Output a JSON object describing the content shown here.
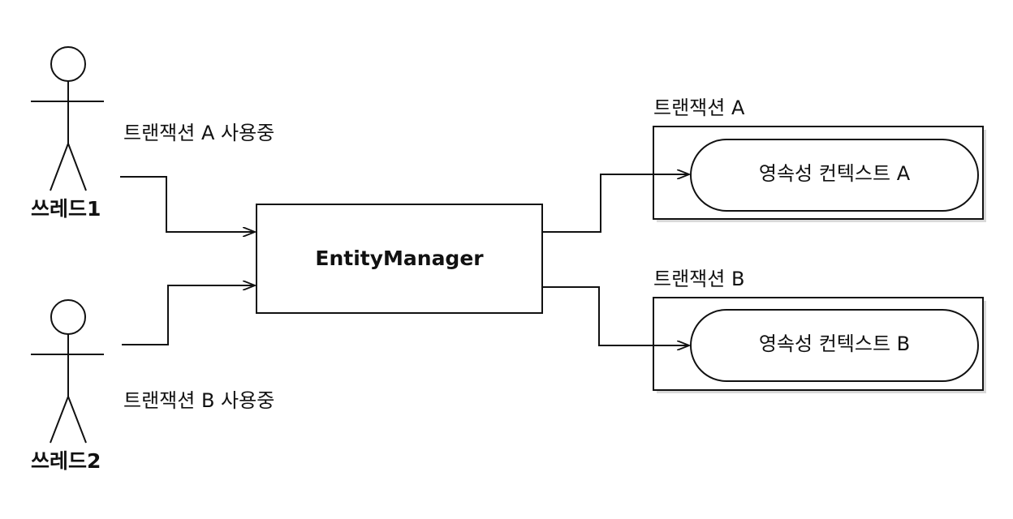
{
  "actors": [
    {
      "name": "쓰레드1",
      "note": "트랜잭션 A 사용중"
    },
    {
      "name": "쓰레드2",
      "note": "트랜잭션 B 사용중"
    }
  ],
  "entity_manager": {
    "label": "EntityManager"
  },
  "transactions": [
    {
      "title": "트랜잭션 A",
      "context": "영속성 컨텍스트 A"
    },
    {
      "title": "트랜잭션 B",
      "context": "영속성 컨텍스트 B"
    }
  ],
  "colors": {
    "stroke": "#111111",
    "background": "#ffffff",
    "shadow": "#bdbdbd"
  }
}
